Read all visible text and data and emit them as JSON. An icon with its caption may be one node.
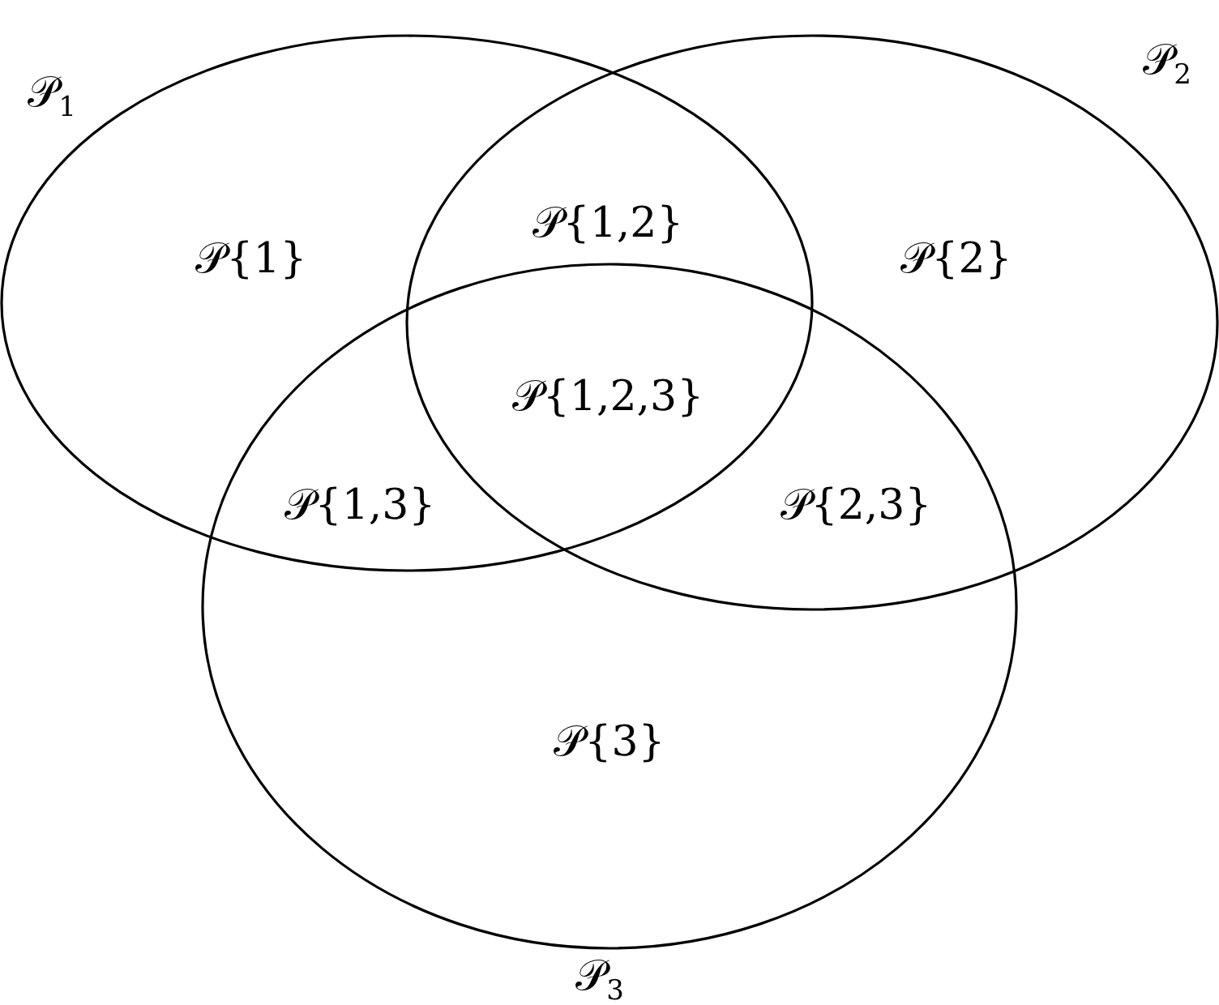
{
  "diagram": {
    "nodes": [
      {
        "text": [
          "𝒫$_{1}$",
          "𝒫{1}"
        ]
      },
      {
        "text": [
          "𝒫$_{2}$",
          "𝒫{2}"
        ]
      },
      {
        "text": [
          "𝒫{3}",
          "𝒫$_{3}$"
        ]
      }
    ],
    "labels": [
      "𝒫{1,2}",
      "𝒫{1,2,3}",
      "𝒫{1,3}",
      "𝒫{2,3}"
    ]
  }
}
